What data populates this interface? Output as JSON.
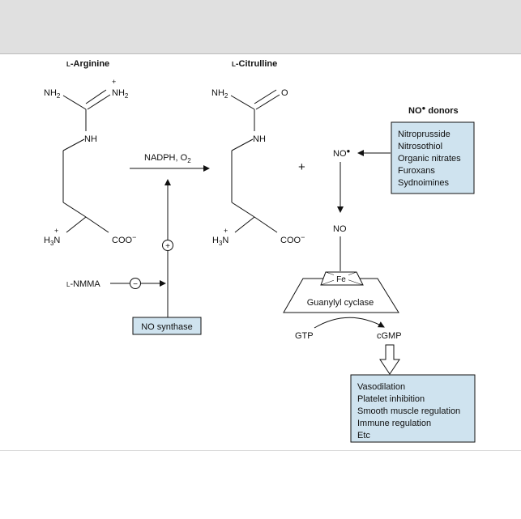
{
  "arginine": {
    "prefix": "L",
    "name": "-Arginine",
    "nh2_left": "NH",
    "nh2_right": "NH",
    "plus": "+",
    "nh": "NH",
    "h3n_h": "H",
    "h3n_n": "N",
    "plus_n": "+",
    "coo": "COO"
  },
  "citrulline": {
    "prefix": "L",
    "name": "-Citrulline",
    "nh2": "NH",
    "o": "O",
    "nh": "NH",
    "h3n_h": "H",
    "h3n_n": "N",
    "plus_n": "+",
    "coo": "COO"
  },
  "subscripts": {
    "two": "2",
    "three": "3"
  },
  "minus": "−",
  "reaction": {
    "cofactor_text": "NADPH, O",
    "plus_sign": "+"
  },
  "inhibitor": {
    "prefix": "L",
    "name": "-NMMA",
    "minus_symbol": "−",
    "plus_symbol": "+"
  },
  "enzyme": {
    "label": "NO synthase"
  },
  "no_donors": {
    "title": "NO",
    "title_suffix": " donors",
    "items": [
      "Nitroprusside",
      "Nitrosothiol",
      "Organic nitrates",
      "Furoxans",
      "Sydnoimines"
    ]
  },
  "no_radical": "NO",
  "no_plain": "NO",
  "cyclase": {
    "heme": "Fe",
    "label": "Guanylyl cyclase"
  },
  "gtp": "GTP",
  "cgmp": "cGMP",
  "effects": {
    "items": [
      "Vasodilation",
      "Platelet inhibition",
      "Smooth muscle regulation",
      "Immune regulation",
      "Etc"
    ]
  },
  "colors": {
    "box_fill": "#cfe3ef",
    "top_bar": "#e0e0e0",
    "ink": "#111111"
  }
}
